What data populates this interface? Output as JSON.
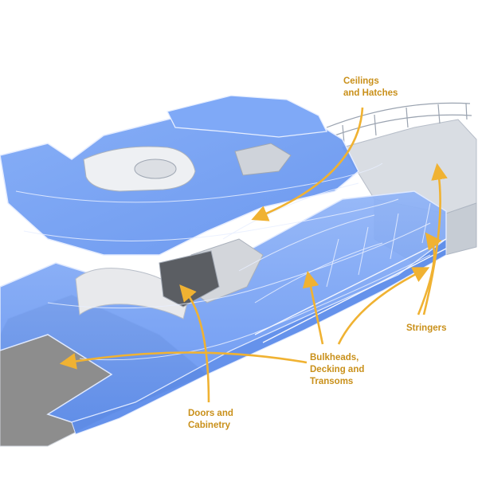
{
  "colors": {
    "accent": "#f0b232",
    "label": "#c9901a",
    "hull_blue": "#6f9cf2",
    "hull_blue_light": "#a9c4fb",
    "interior_grey": "#e6e7ea",
    "floor_dark": "#8a8a8a"
  },
  "callouts": [
    {
      "id": "ceilings",
      "lines": [
        "Ceilings",
        "and Hatches"
      ]
    },
    {
      "id": "stringers",
      "lines": [
        "Stringers"
      ]
    },
    {
      "id": "bulkheads",
      "lines": [
        "Bulkheads,",
        "Decking and",
        "Transoms"
      ]
    },
    {
      "id": "doors",
      "lines": [
        "Doors and",
        "Cabinetry"
      ]
    }
  ]
}
